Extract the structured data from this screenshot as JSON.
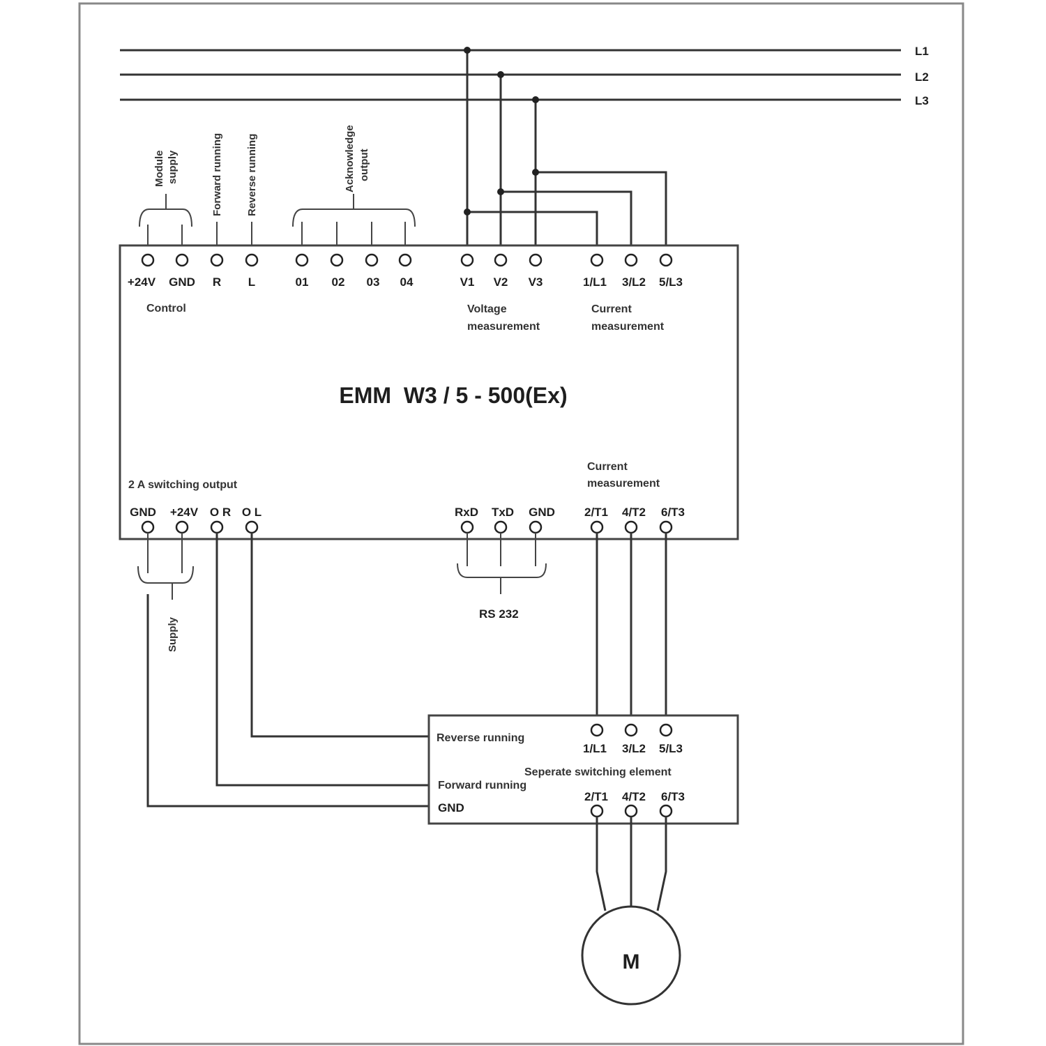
{
  "lines": [
    "L1",
    "L2",
    "L3"
  ],
  "module": {
    "title": "EMM  W3 / 5 - 500(Ex)",
    "top_terminals": [
      "+24V",
      "GND",
      "R",
      "L",
      "01",
      "02",
      "03",
      "04",
      "V1",
      "V2",
      "V3",
      "1/L1",
      "3/L2",
      "5/L3"
    ],
    "bottom_terminals": [
      "GND",
      "+24V",
      "O R",
      "O L",
      "RxD",
      "TxD",
      "GND",
      "2/T1",
      "4/T2",
      "6/T3"
    ],
    "control_label": "Control",
    "voltage_label": [
      "Voltage",
      "measurement"
    ],
    "current_top_label": [
      "Current",
      "measurement"
    ],
    "current_bottom_label": [
      "Current",
      "measurement"
    ],
    "switching_output_label": "2 A switching output"
  },
  "vertical_labels": {
    "module_supply": [
      "Module",
      "supply"
    ],
    "forward": "Forward running",
    "reverse": "Reverse running",
    "acknowledge": [
      "Acknowledge",
      "output"
    ],
    "supply": "Supply"
  },
  "rs232_label": "RS 232",
  "switching_element": {
    "title": "Seperate switching element",
    "reverse_label": "Reverse running",
    "forward_label": "Forward running",
    "gnd_label": "GND",
    "top_terminals": [
      "1/L1",
      "3/L2",
      "5/L3"
    ],
    "bottom_terminals": [
      "2/T1",
      "4/T2",
      "6/T3"
    ]
  },
  "motor_label": "M"
}
